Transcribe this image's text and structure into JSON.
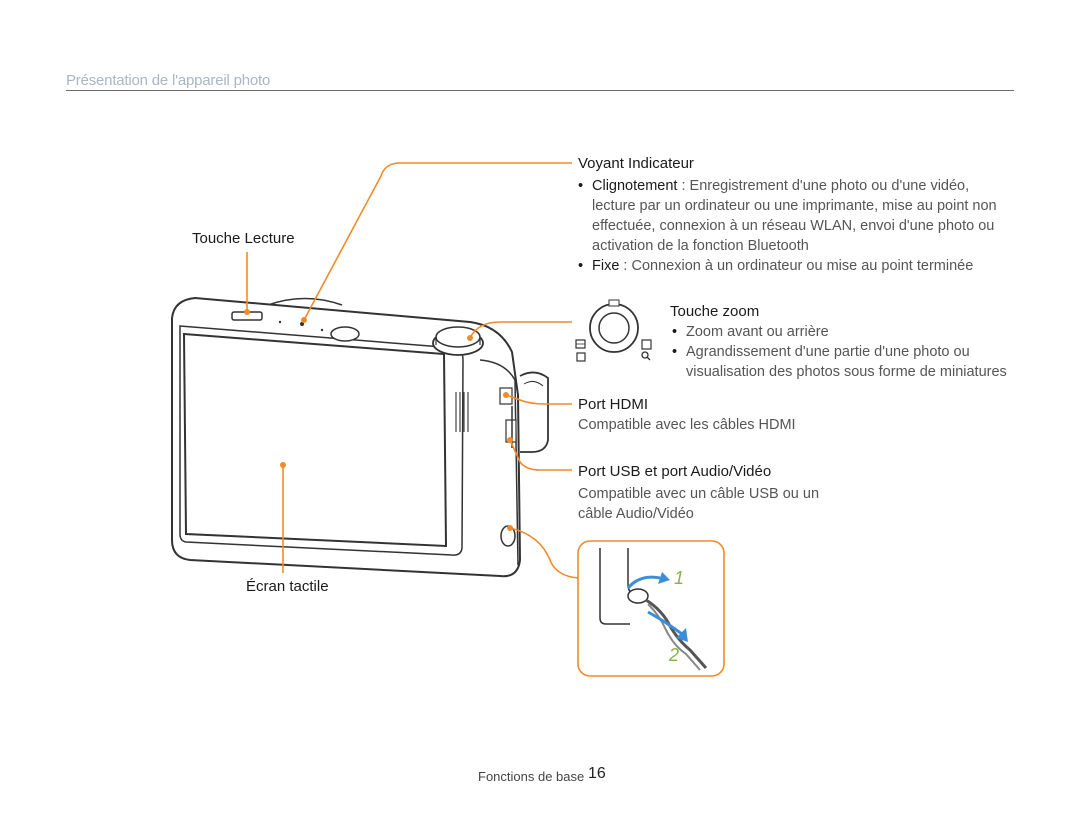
{
  "header": {
    "title": "Présentation de l'appareil photo"
  },
  "labels": {
    "playback": "Touche Lecture",
    "touchscreen": "Écran tactile"
  },
  "indicator": {
    "title": "Voyant Indicateur",
    "bullets": [
      {
        "term": "Clignotement",
        "text": " : Enregistrement d'une photo ou d'une vidéo, lecture par un ordinateur ou une imprimante, mise au point non effectuée, connexion à un réseau WLAN, envoi d'une photo ou activation de la fonction Bluetooth"
      },
      {
        "term": "Fixe",
        "text": " : Connexion à un ordinateur ou mise au point terminée"
      }
    ]
  },
  "zoom": {
    "title": "Touche zoom",
    "bullets": [
      "Zoom avant ou arrière",
      "Agrandissement d'une partie d'une photo ou visualisation des photos sous forme de miniatures"
    ]
  },
  "hdmi": {
    "title": "Port HDMI",
    "desc": "Compatible avec les câbles HDMI"
  },
  "usb": {
    "title": "Port USB et port Audio/Vidéo",
    "desc": "Compatible avec un câble USB ou un câble Audio/Vidéo"
  },
  "strap_steps": [
    "1",
    "2"
  ],
  "footer": {
    "section": "Fonctions de base",
    "page": "16"
  },
  "colors": {
    "callout": "#f28a2a",
    "arrow_blue": "#3a8fd8",
    "step_green": "#8ab04a"
  }
}
